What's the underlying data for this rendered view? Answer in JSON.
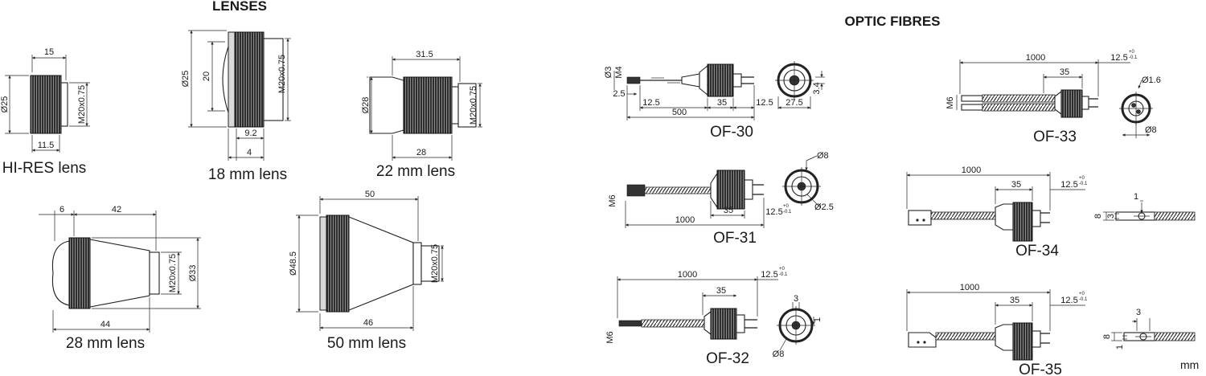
{
  "titles": {
    "lenses": "LENSES",
    "optic_fibres": "OPTIC FIBRES",
    "unit": "mm"
  },
  "lenses": {
    "hires": {
      "caption": "HI-RES lens",
      "d_width": "15",
      "d_diameter": "Ø25",
      "d_thread": "M20x0.75",
      "d_bottom": "11.5"
    },
    "mm18": {
      "caption": "18 mm lens",
      "d_diameter": "Ø25",
      "d_inner": "20",
      "d_thread": "M20x0.75",
      "d_a": "9.2",
      "d_b": "4"
    },
    "mm22": {
      "caption": "22 mm lens",
      "d_top": "31.5",
      "d_diameter": "Ø28",
      "d_thread": "M20x0.75",
      "d_bottom": "28"
    },
    "mm28": {
      "caption": "28 mm lens",
      "d_a": "6",
      "d_b": "42",
      "d_thread": "M20x0.75",
      "d_diameter": "Ø33",
      "d_bottom": "44"
    },
    "mm50": {
      "caption": "50 mm lens",
      "d_top": "50",
      "d_diameter": "Ø48.5",
      "d_thread": "M20x0.75",
      "d_bottom": "46"
    }
  },
  "fibres": {
    "of30": {
      "caption": "OF-30",
      "d_d3": "Ø3",
      "d_m4": "M4",
      "d_25": "2.5",
      "d_125": "12.5",
      "d_35": "35",
      "d_125b": "12.5",
      "d_500": "500",
      "d_275": "27.5",
      "d_34": "3.4"
    },
    "of31": {
      "caption": "OF-31",
      "d_m6": "M6",
      "d_35": "35",
      "d_125": "12.5",
      "tol_plus": "+0",
      "tol_minus": "-0.1",
      "d_1000": "1000",
      "d_d8": "Ø8",
      "d_d25": "Ø2.5"
    },
    "of32": {
      "caption": "OF-32",
      "d_1000": "1000",
      "d_125": "12.5",
      "tol_plus": "+0",
      "tol_minus": "-0.1",
      "d_35": "35",
      "d_m6": "M6",
      "d_3": "3",
      "d_1": "1",
      "d_d8": "Ø8"
    },
    "of33": {
      "caption": "OF-33",
      "d_1000": "1000",
      "d_125": "12.5",
      "tol_plus": "+0",
      "tol_minus": "-0.1",
      "d_35": "35",
      "d_m6": "M6",
      "d_d16": "Ø1.6",
      "d_d8": "Ø8"
    },
    "of34": {
      "caption": "OF-34",
      "d_1000": "1000",
      "d_35": "35",
      "d_125": "12.5",
      "tol_plus": "+0",
      "tol_minus": "-0.1",
      "d_1": "1",
      "d_8": "8",
      "d_3": "3"
    },
    "of35": {
      "caption": "OF-35",
      "d_1000": "1000",
      "d_35": "35",
      "d_125": "12.5",
      "tol_plus": "+0",
      "tol_minus": "-0.1",
      "d_3": "3",
      "d_8": "8",
      "d_1": "1"
    }
  }
}
